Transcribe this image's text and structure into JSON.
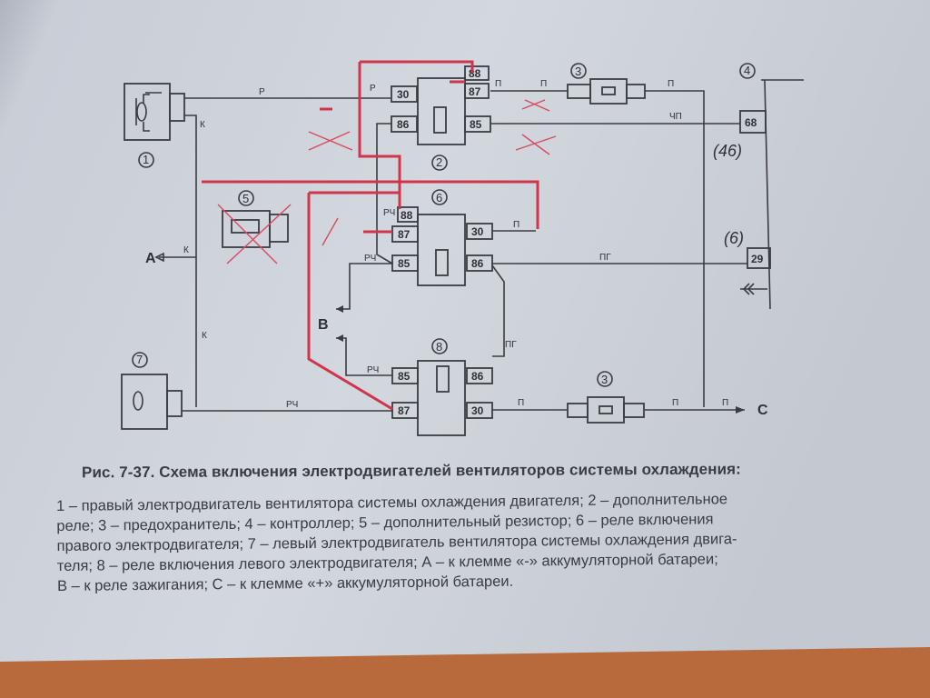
{
  "diagram": {
    "components": {
      "motor_right": "1",
      "extra_relay": "2",
      "fuse": "3",
      "controller": "4",
      "resistor": "5",
      "relay_right": "6",
      "motor_left": "7",
      "relay_left": "8"
    },
    "pins": {
      "r2_30": "30",
      "r2_86": "86",
      "r2_85": "85",
      "r2_88": "88",
      "r2_87": "87",
      "r6_88": "88",
      "r6_87": "87",
      "r6_30": "30",
      "r6_85": "85",
      "r6_86": "86",
      "r8_85": "85",
      "r8_86": "86",
      "r8_87": "87",
      "r8_30": "30",
      "ctrl_68": "68",
      "ctrl_29": "29"
    },
    "wire_labels": {
      "r": "Р",
      "k": "К",
      "p": "П",
      "chp": "ЧП",
      "rch": "РЧ",
      "pg": "ПГ"
    },
    "handwritten": {
      "n46": "(46)",
      "n6": "(6)"
    },
    "terminals": {
      "a": "A",
      "b": "B",
      "c": "C"
    }
  },
  "caption": {
    "title": "Рис. 7-37. Схема включения электродвигателей вентиляторов системы охлаждения:",
    "lines": [
      "1 – правый электродвигатель вентилятора системы охлаждения двигателя; 2 – дополнительное",
      "реле; 3 – предохранитель; 4 – контроллер; 5 – дополнительный резистор; 6 – реле включения",
      "правого электродвигателя; 7 – левый электродвигатель вентилятора системы охлаждения двига-",
      "теля; 8 – реле включения левого электродвигателя; А – к клемме «-» аккумуляторной батареи;",
      "В – к реле зажигания; С – к клемме «+» аккумуляторной батареи."
    ]
  },
  "colors": {
    "paper": "#cdd2da",
    "ink": "#3a3c42",
    "red_marker": "#d0354b",
    "table": "#b86a3c"
  }
}
